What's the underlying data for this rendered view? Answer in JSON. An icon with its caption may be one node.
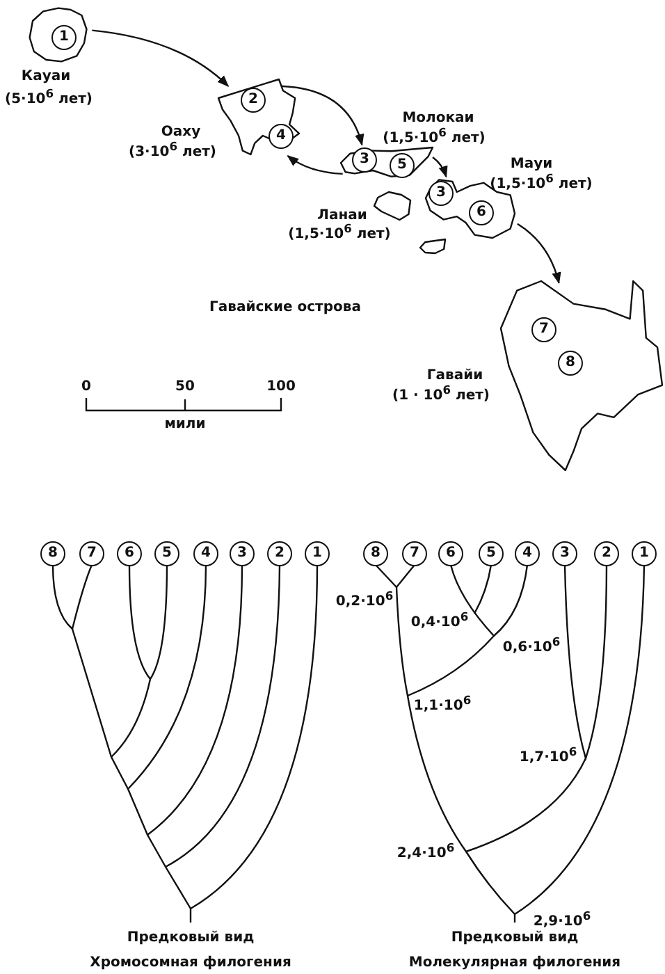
{
  "diagram": {
    "nodes": [
      {
        "text": [],
        "shape": "island",
        "beside": [
          "Кауаи",
          "(5·10$^{6}$ лет)"
        ]
      },
      {
        "text": [
          "1"
        ],
        "in": 0
      },
      {
        "text": [],
        "shape": "island",
        "beside": [
          "Оаху",
          "(3·10$^{6}$ лет)"
        ]
      },
      {
        "text": [
          "2"
        ],
        "in": 2
      },
      {
        "text": [
          "4"
        ],
        "in": 2
      },
      {
        "text": [],
        "shape": "island",
        "beside": [
          "Молокаи",
          "(1,5·10$^{6}$ лет)"
        ]
      },
      {
        "text": [
          "3"
        ],
        "in": 5
      },
      {
        "text": [
          "5"
        ],
        "in": 5
      },
      {
        "text": [],
        "shape": "island",
        "beside": [
          "Мауи",
          "(1,5·10$^{6}$ лет)"
        ]
      },
      {
        "text": [
          "3"
        ],
        "in": 8
      },
      {
        "text": [
          "6"
        ],
        "in": 8
      },
      {
        "text": [],
        "shape": "island",
        "beside": [
          "Ланаи",
          "(1,5·10$^{6}$ лет)"
        ]
      },
      {
        "text": [],
        "shape": "island"
      },
      {
        "text": [],
        "shape": "island",
        "beside": [
          "Гавайи",
          "(1 · 10$^{6}$ лет)"
        ]
      },
      {
        "text": [
          "7"
        ],
        "in": 13
      },
      {
        "text": [
          "8"
        ],
        "in": 13
      },
      {
        "text": [
          "8"
        ]
      },
      {
        "text": [
          "7"
        ]
      },
      {
        "text": [
          "6"
        ]
      },
      {
        "text": [
          "5"
        ]
      },
      {
        "text": [
          "4"
        ]
      },
      {
        "text": [
          "3"
        ]
      },
      {
        "text": [
          "2"
        ]
      },
      {
        "text": [
          "1"
        ]
      },
      {
        "text": [
          "8"
        ]
      },
      {
        "text": [
          "7"
        ]
      },
      {
        "text": [
          "6"
        ]
      },
      {
        "text": [
          "5"
        ]
      },
      {
        "text": [
          "4"
        ]
      },
      {
        "text": [
          "3"
        ]
      },
      {
        "text": [
          "2"
        ]
      },
      {
        "text": [
          "1"
        ]
      }
    ],
    "edges": [
      {
        "from": 0,
        "to": 2,
        "arrow": "to"
      },
      {
        "from": 2,
        "to": 5,
        "arrow": "to"
      },
      {
        "from": 5,
        "to": 2,
        "arrow": "to"
      },
      {
        "from": 5,
        "to": 8,
        "arrow": "to"
      },
      {
        "from": 8,
        "to": 13,
        "arrow": "to"
      }
    ],
    "labels": [
      "Гавайские острова",
      "0",
      "50",
      "100",
      "мили",
      "0,2·10$^{6}$",
      "0,4·10$^{6}$",
      "0,6·10$^{6}$",
      "1,1·10$^{6}$",
      "1,7·10$^{6}$",
      "2,4·10$^{6}$",
      "2,9·10$^{6}$",
      "Предковый вид",
      "Предковый вид",
      "Хромосомная филогения",
      "Молекулярная филогения"
    ]
  }
}
